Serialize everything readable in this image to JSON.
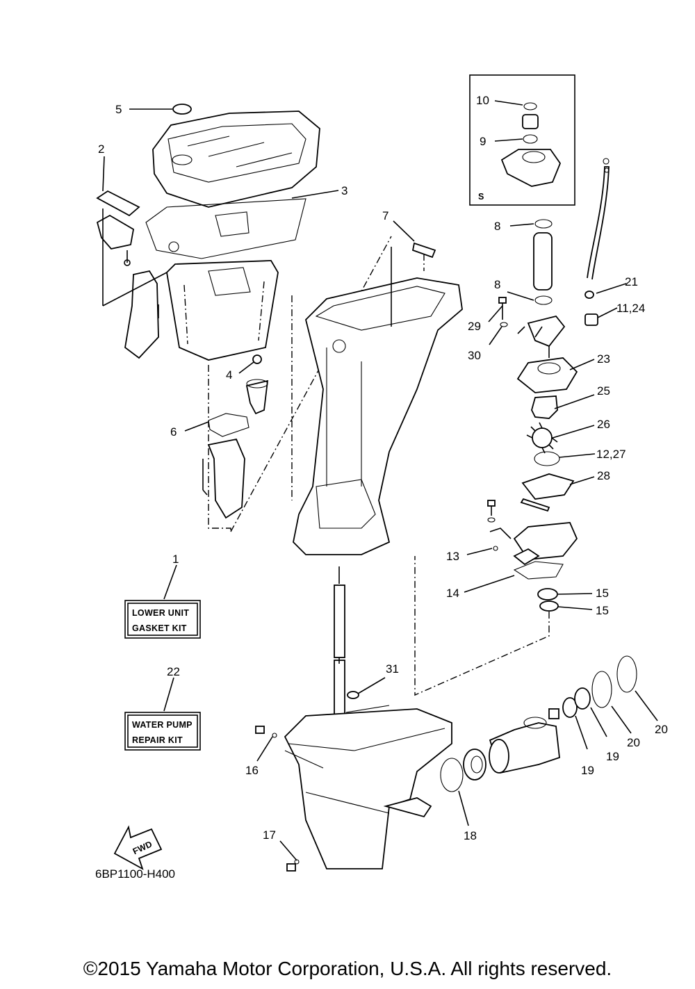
{
  "diagram": {
    "reference_code": "6BP1100-H400",
    "kit_labels": {
      "gasket_kit": [
        "LOWER UNIT",
        "GASKET KIT"
      ],
      "pump_kit": [
        "WATER PUMP",
        "REPAIR KIT"
      ]
    },
    "inset_label": "S",
    "fwd_label": "FWD",
    "callouts": [
      "1",
      "2",
      "3",
      "4",
      "5",
      "6",
      "7",
      "8",
      "8",
      "9",
      "10",
      "11,24",
      "12,27",
      "13",
      "14",
      "15",
      "15",
      "16",
      "17",
      "18",
      "19",
      "19",
      "20",
      "20",
      "21",
      "22",
      "23",
      "25",
      "26",
      "28",
      "29",
      "30",
      "31"
    ]
  },
  "footer": {
    "copyright": "©2015 Yamaha Motor Corporation, U.S.A. All rights reserved."
  }
}
